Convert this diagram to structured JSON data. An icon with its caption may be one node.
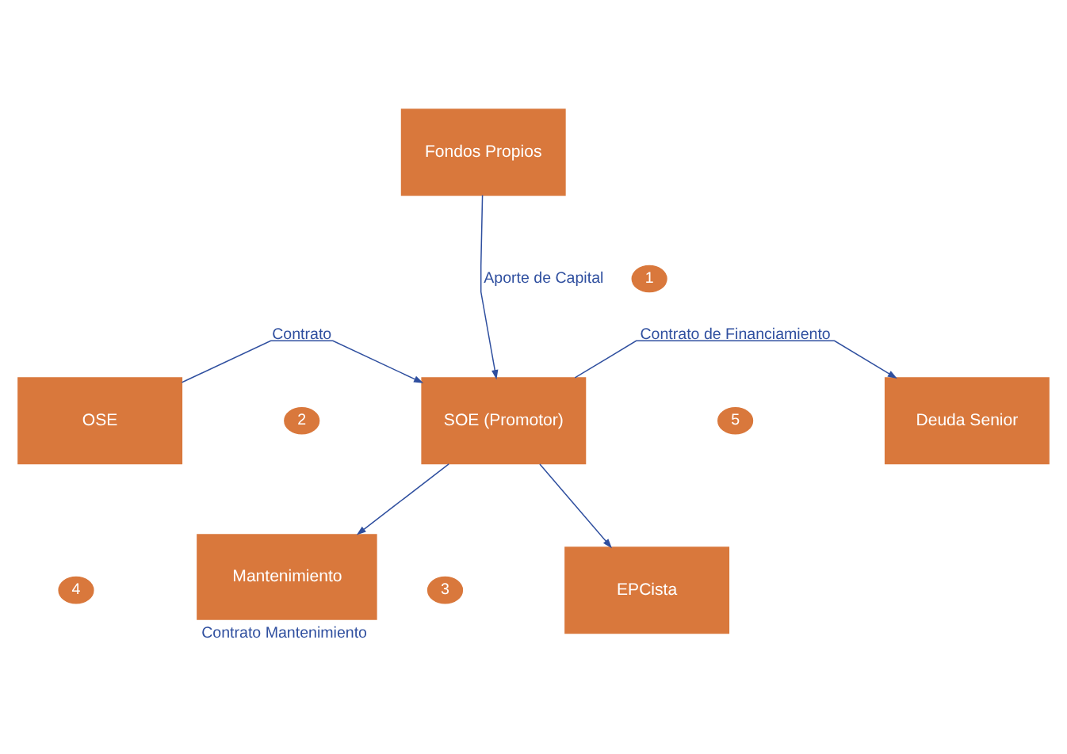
{
  "diagram": {
    "nodes": [
      {
        "text": [
          "Fondos Propios"
        ]
      },
      {
        "text": [
          "OSE"
        ]
      },
      {
        "text": [
          "SOE (Promotor)"
        ]
      },
      {
        "text": [
          "Deuda Senior"
        ]
      },
      {
        "text": [
          "Mantenimiento"
        ],
        "beside": [
          "Contrato Mantenimiento"
        ]
      },
      {
        "text": [
          "EPCista"
        ]
      },
      {
        "text": [
          "1"
        ]
      },
      {
        "text": [
          "2"
        ]
      },
      {
        "text": [
          "5"
        ]
      },
      {
        "text": [
          "4"
        ]
      },
      {
        "text": [
          "3"
        ]
      }
    ],
    "edges": [
      {
        "from": 0,
        "to": 2,
        "arrow": "to",
        "label": "Aporte de Capital"
      },
      {
        "from": 1,
        "to": 2,
        "arrow": "to",
        "label": "Contrato"
      },
      {
        "from": 2,
        "to": 3,
        "arrow": "to",
        "label": "Contrato de Financiamiento"
      },
      {
        "from": 2,
        "to": 4,
        "arrow": "to"
      },
      {
        "from": 2,
        "to": 5,
        "arrow": "to"
      }
    ]
  }
}
